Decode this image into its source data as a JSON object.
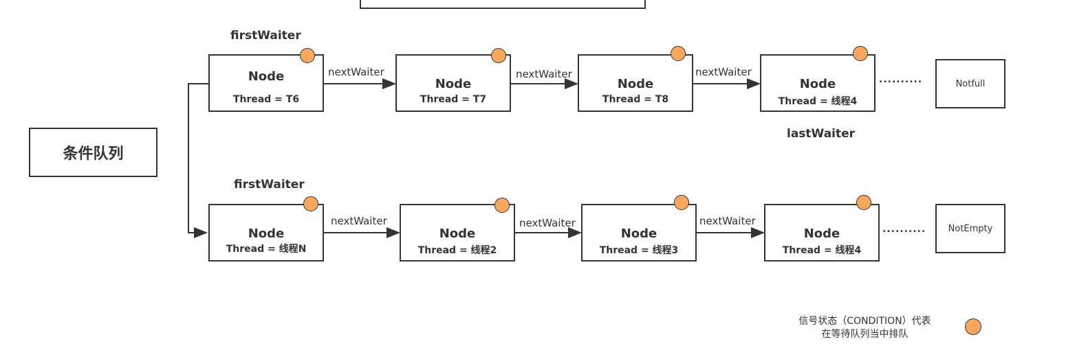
{
  "queue_title": "条件队列",
  "rows": [
    {
      "first_label": "firstWaiter",
      "last_label": "lastWaiter",
      "nodes": [
        {
          "title": "Node",
          "thread": "Thread = T6"
        },
        {
          "title": "Node",
          "thread": "Thread = T7"
        },
        {
          "title": "Node",
          "thread": "Thread = T8"
        },
        {
          "title": "Node",
          "thread": "Thread = 线程4"
        }
      ],
      "links": [
        "nextWaiter",
        "nextWaiter",
        "nextWaiter"
      ],
      "ellipsis": "..........",
      "condition": "Notfull"
    },
    {
      "first_label": "firstWaiter",
      "nodes": [
        {
          "title": "Node",
          "thread": "Thread = 线程N"
        },
        {
          "title": "Node",
          "thread": "Thread = 线程2"
        },
        {
          "title": "Node",
          "thread": "Thread = 线程3"
        },
        {
          "title": "Node",
          "thread": "Thread = 线程4"
        }
      ],
      "links": [
        "nextWaiter",
        "nextWaiter",
        "nextWaiter"
      ],
      "ellipsis": "..........",
      "condition": "NotEmpty"
    }
  ],
  "legend": {
    "line1": "信号状态（CONDITION）代表",
    "line2": "在等待队列当中排队",
    "marker_color": "#f7a85e"
  }
}
